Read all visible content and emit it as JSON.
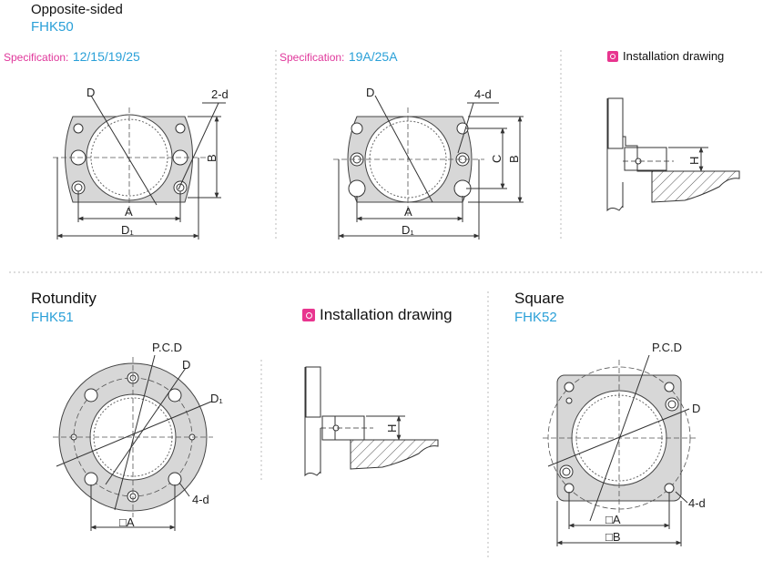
{
  "section1": {
    "title": "Opposite-sided",
    "code": "FHK50",
    "spec1": {
      "label": "Specification:",
      "value": "12/15/19/25"
    },
    "spec2": {
      "label": "Specification:",
      "value": "19A/25A"
    },
    "installation": "Installation drawing"
  },
  "section2": {
    "title": "Rotundity",
    "code": "FHK51",
    "installation": "Installation drawing"
  },
  "section3": {
    "title": "Square",
    "code": "FHK52"
  },
  "dims": {
    "D": "D",
    "two_d": "2-d",
    "four_d": "4-d",
    "A": "A",
    "B": "B",
    "C": "C",
    "D1": "D₁",
    "H": "H",
    "PCD": "P.C.D",
    "sqA": "□A",
    "sqB": "□B"
  },
  "colors": {
    "accent_blue": "#2aa0d8",
    "spec_pink": "#e0379b",
    "icon_pink": "#e8358f"
  }
}
